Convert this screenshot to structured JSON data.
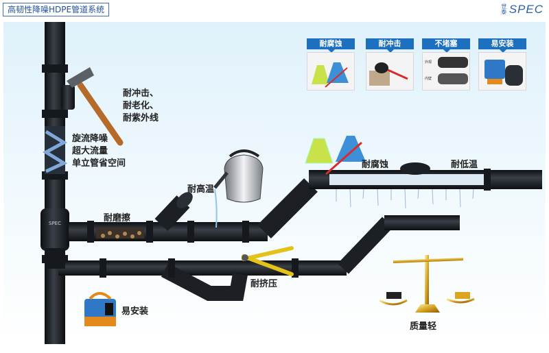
{
  "header": {
    "title": "高韧性降噪HDPE管道系统",
    "brand_cn": "世泰",
    "brand": "SPEC"
  },
  "labels": {
    "impact_aging_uv": [
      "耐冲击、",
      "耐老化、",
      "耐紫外线"
    ],
    "swirl_noise": [
      "旋流降噪",
      "超大流量",
      "单立管省空间"
    ],
    "high_temp": "耐高温",
    "abrasion": "耐磨擦",
    "corrosion": "耐腐蚀",
    "low_temp": "耐低温",
    "squeeze": "耐挤压",
    "easy_install": "易安装",
    "light_weight": "质量轻"
  },
  "tiles": [
    {
      "label": "耐腐蚀"
    },
    {
      "label": "耐冲击"
    },
    {
      "label": "不堵塞",
      "notes": [
        "外观",
        "内壁"
      ]
    },
    {
      "label": "易安装"
    }
  ],
  "pipe_badge": "SPEC",
  "colors": {
    "accent": "#1d6fc0",
    "pipe": "#1c1f24",
    "frost": "#e8f2fb"
  }
}
